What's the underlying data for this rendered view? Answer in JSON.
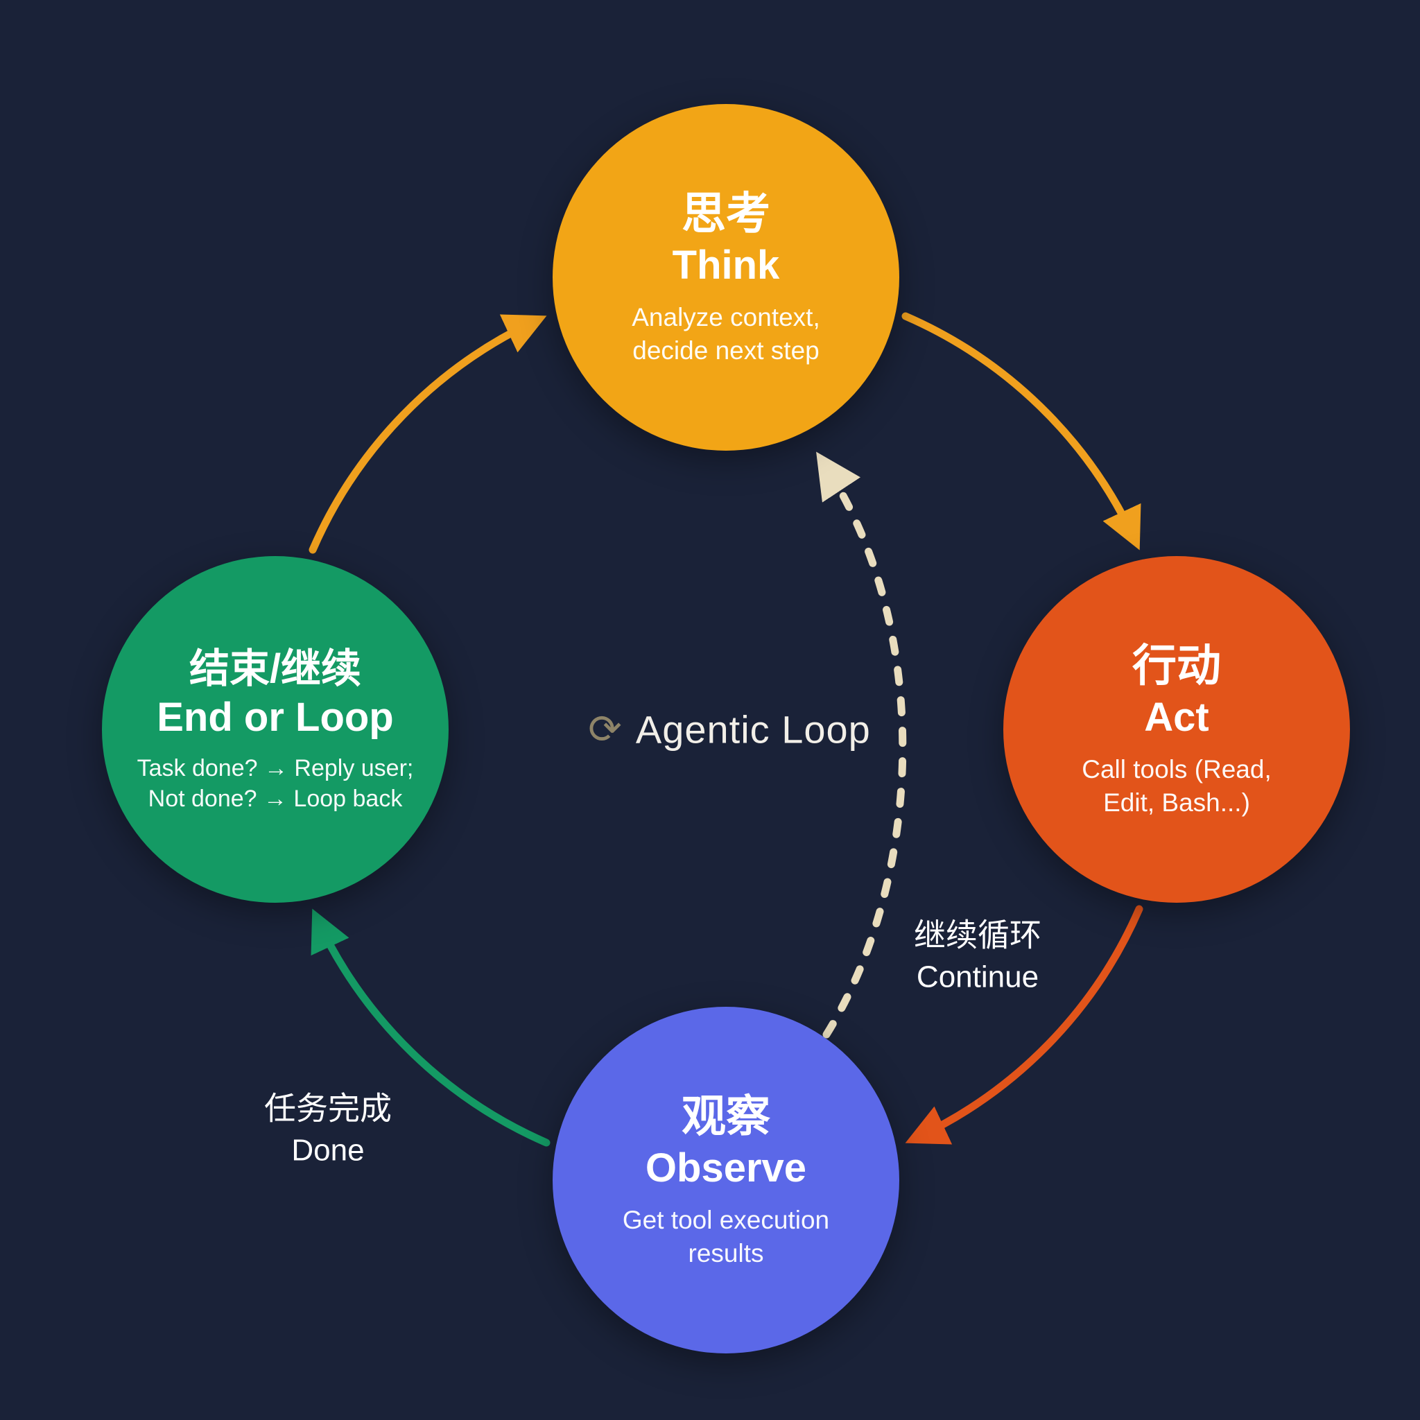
{
  "title": "Agentic Loop diagram",
  "center": {
    "icon": "⟳",
    "label": "Agentic Loop"
  },
  "nodes": {
    "think": {
      "zh": "思考",
      "en": "Think",
      "sub1": "Analyze context,",
      "sub2": "decide next step",
      "color": "#F2A516"
    },
    "act": {
      "zh": "行动",
      "en": "Act",
      "sub1": "Call tools (Read,",
      "sub2": "Edit, Bash...)",
      "color": "#E2541A"
    },
    "observe": {
      "zh": "观察",
      "en": "Observe",
      "sub1": "Get tool execution",
      "sub2": "results",
      "color": "#5B68E8"
    },
    "end_or_loop": {
      "zh": "结束/继续",
      "en": "End or Loop",
      "sub1": "Task done? → Reply user;",
      "sub2": "Not done? → Loop back",
      "color": "#149A64"
    }
  },
  "labels": {
    "continue": {
      "zh": "继续循环",
      "en": "Continue"
    },
    "done": {
      "zh": "任务完成",
      "en": "Done"
    }
  },
  "colors": {
    "background": "#1A2238",
    "arrow_think_to_act": "#F0A01E",
    "arrow_act_to_observe": "#E2541A",
    "arrow_observe_to_end": "#149A64",
    "arrow_end_to_think": "#F0A01E",
    "arrow_dashed_continue": "#E9DDBE",
    "text": "#FFFFFF"
  }
}
